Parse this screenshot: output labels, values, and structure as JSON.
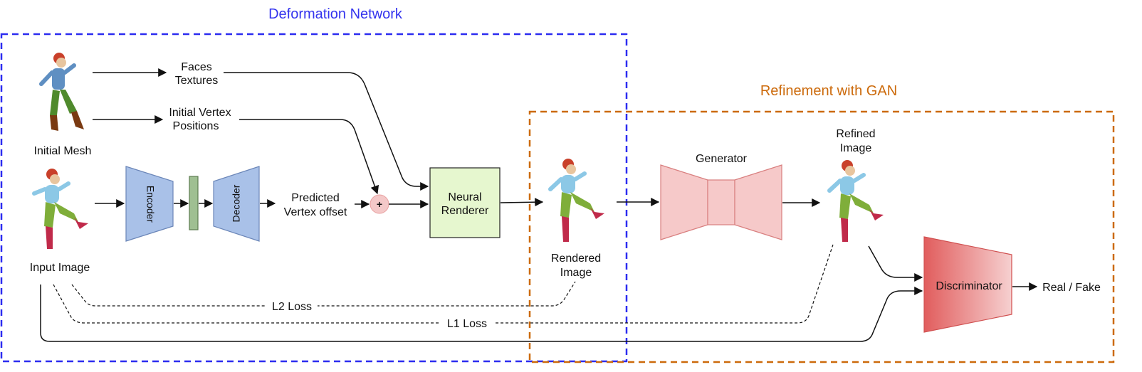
{
  "groups": {
    "deformation_title": "Deformation Network",
    "refinement_title": "Refinement with GAN"
  },
  "labels": {
    "initial_mesh": "Initial Mesh",
    "input_image": "Input Image",
    "faces_textures_1": "Faces",
    "faces_textures_2": "Textures",
    "initial_vertex_1": "Initial Vertex",
    "initial_vertex_2": "Positions",
    "predicted_offset_1": "Predicted",
    "predicted_offset_2": "Vertex offset",
    "rendered_image_1": "Rendered",
    "rendered_image_2": "Image",
    "refined_image_1": "Refined",
    "refined_image_2": "Image",
    "l2_loss": "L2 Loss",
    "l1_loss": "L1 Loss",
    "real_fake": "Real / Fake"
  },
  "blocks": {
    "encoder": "Encoder",
    "decoder": "Decoder",
    "neural_renderer_1": "Neural",
    "neural_renderer_2": "Renderer",
    "generator": "Generator",
    "discriminator": "Discriminator",
    "add_symbol": "+"
  },
  "colors": {
    "deformation_border": "#2c2cf0",
    "refinement_border": "#cc6a0b",
    "encoder_fill": "#a9c1e8",
    "bottleneck_fill": "#9fbf92",
    "renderer_fill": "#e6f7cf",
    "generator_fill": "#f6c9c9",
    "discriminator_fill": "#e46a6a",
    "adder_fill": "#f4c8c8"
  }
}
